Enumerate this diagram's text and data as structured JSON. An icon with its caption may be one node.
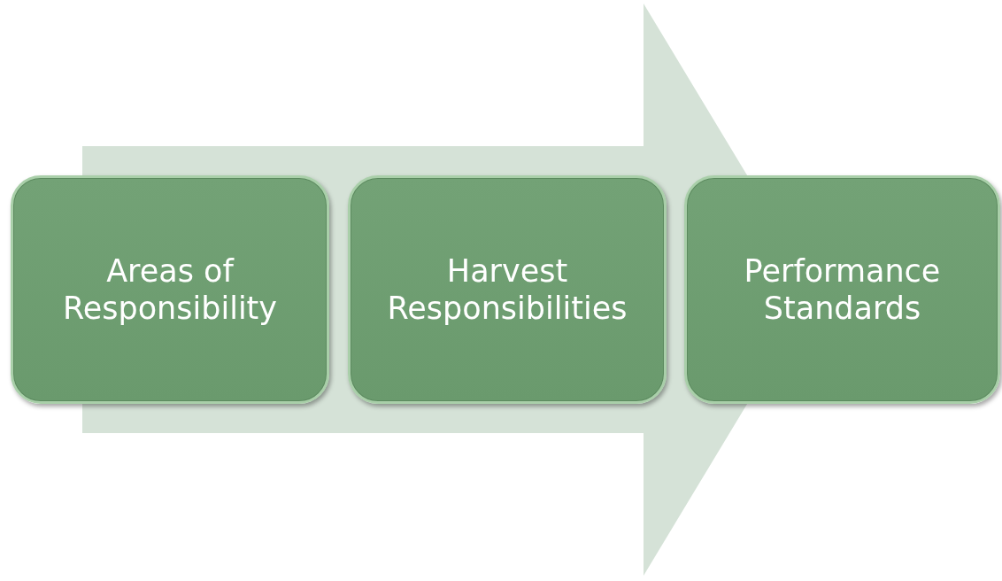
{
  "diagram": {
    "nodes": [
      {
        "text": [
          "Areas of Responsibility"
        ]
      },
      {
        "text": [
          "Harvest Responsibilities"
        ]
      },
      {
        "text": [
          "Performance Standards"
        ]
      }
    ],
    "edges": [
      {
        "from": 0,
        "to": 2,
        "arrow": "to",
        "style": "thick"
      }
    ]
  }
}
